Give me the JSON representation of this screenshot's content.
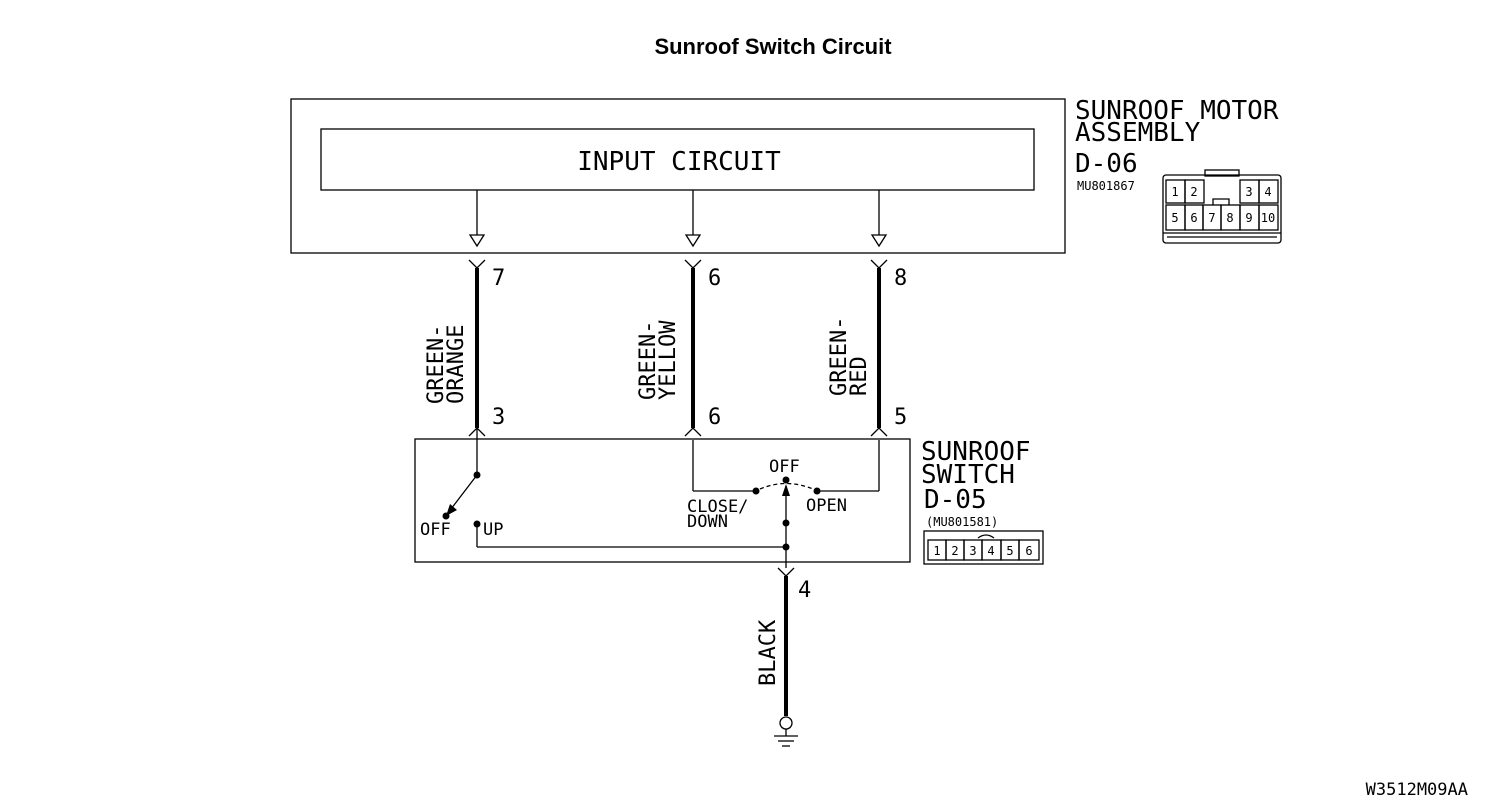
{
  "title": "Sunroof Switch Circuit",
  "motor_assembly": {
    "name_line1": "SUNROOF MOTOR",
    "name_line2": "ASSEMBLY",
    "connector_id": "D-06",
    "part_number": "MU801867",
    "input_circuit_label": "INPUT CIRCUIT",
    "pins": [
      "1",
      "2",
      "3",
      "4",
      "5",
      "6",
      "7",
      "8",
      "9",
      "10"
    ]
  },
  "switch": {
    "name_line1": "SUNROOF",
    "name_line2": "SWITCH",
    "connector_id": "D-05",
    "part_number": "(MU801581)",
    "pins": [
      "1",
      "2",
      "3",
      "4",
      "5",
      "6"
    ],
    "left_positions": {
      "off": "OFF",
      "up": "UP"
    },
    "right_positions": {
      "off": "OFF",
      "close_down_1": "CLOSE/",
      "close_down_2": "DOWN",
      "open": "OPEN"
    }
  },
  "wires": [
    {
      "color_line1": "GREEN-",
      "color_line2": "ORANGE",
      "motor_pin": "7",
      "switch_pin": "3"
    },
    {
      "color_line1": "GREEN-",
      "color_line2": "YELLOW",
      "motor_pin": "6",
      "switch_pin": "6"
    },
    {
      "color_line1": "GREEN-",
      "color_line2": "RED",
      "motor_pin": "8",
      "switch_pin": "5"
    }
  ],
  "ground_wire": {
    "color": "BLACK",
    "switch_pin": "4"
  },
  "figure_code": "W3512M09AA"
}
